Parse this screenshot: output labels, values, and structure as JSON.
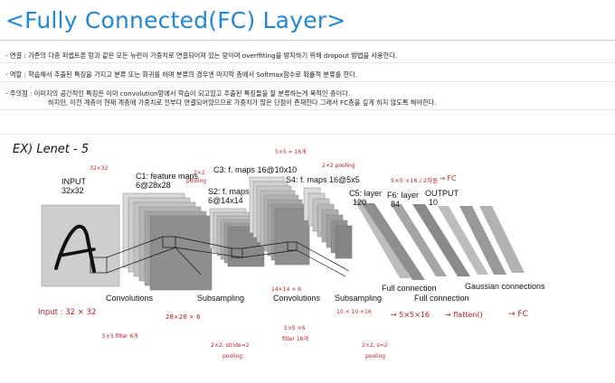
{
  "title": "<Fully Connected(FC) Layer>",
  "bullets": [
    "- 연결 : 기존의 다층 퍼셉트론 망과 같은 모든 뉴런이 가중치로 연결되어져 있는 망이며 overffiting을 방지하기 위해  dropout 방법을 사용한다.",
    "- 역할 : 학습해서 추출된 특징을 가지고 분류 또는 회귀를 하며 분류의 경우엔 마지막 층에서 Softmax함수로 확률적 분류를 한다.",
    "- 주의점 : 이미지의 공간적인 특징은 이미 convolution망에서 학습이 되고있고  추출된 특징들을 잘 분류하는게 목적인 층이다.",
    "하지만, 이전 계층이 현재 계층에 가중치로 전부다 연결되어있으므로 가중치가 많은 단점이 존재한다 그래서 FC층을 깊게 하지 않도록 해야한다."
  ],
  "handwritten_heading": "EX) Lenet - 5",
  "diagram": {
    "layers": [
      {
        "name": "INPUT",
        "size": "32x32"
      },
      {
        "name": "C1: feature maps",
        "size": "6@28x28"
      },
      {
        "name": "S2: f. maps",
        "size": "6@14x14"
      },
      {
        "name": "C3: f. maps 16@10x10",
        "size": ""
      },
      {
        "name": "S4: f. maps 16@5x5",
        "size": ""
      },
      {
        "name": "C5: layer",
        "size": "120"
      },
      {
        "name": "F6: layer",
        "size": "84"
      },
      {
        "name": "OUTPUT",
        "size": "10"
      }
    ],
    "operations": [
      "Convolutions",
      "Subsampling",
      "Convolutions",
      "Subsampling",
      "Full connection",
      "Full connection",
      "Gaussian connections"
    ]
  },
  "annotations": {
    "input_size_top": "32×32",
    "c1_note": "2×2",
    "c1_note2": "pooling",
    "c3_note": "5×5 = 16개",
    "s4_note": "2×2 pooling",
    "c5_note": "5×5 ×16 / 2차원",
    "c5_arrow": "→ FC",
    "s2_note": "14×14 × 6",
    "input_note": "Input : 32 × 32",
    "filter1": "5×5 filter 6개",
    "size1": "28×28 × 6",
    "pool1": "2×2, stride=2",
    "pool1b": "pooling",
    "filter2": "5×5 ×6",
    "filter2b": "filter 16개",
    "size2": "10 × 10 ×16",
    "pool2": "2×2, s=2",
    "pool2b": "pooling",
    "flow1": "→ 5×5×16",
    "flow2": "→ flatten()",
    "flow3": "→ FC"
  },
  "colors": {
    "title": "#1f86d8",
    "handwriting": "#b4202a"
  }
}
